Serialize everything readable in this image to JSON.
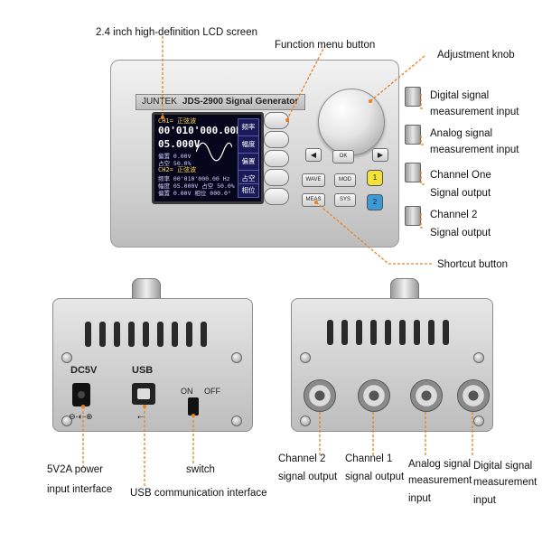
{
  "device": {
    "brand": "JUNTEK",
    "model": "JDS-2900 Signal Generator"
  },
  "lcd": {
    "ch1_header": "CH1= 正弦波",
    "frequency": "00'010'000.00Hz",
    "amplitude": "05.000V",
    "offset_line": "偏置 0.00V",
    "duty_line": "占空 50.0%",
    "ch2_header": "CH2= 正弦波",
    "ch2_freq": "频率 00'010'000.00 Hz",
    "ch2_amp": "幅度 05.000V 占空 50.0%",
    "ch2_offset": "偏置 0.00V 相位 000.0°",
    "menu": [
      "频率",
      "幅度",
      "偏置",
      "占空",
      "相位"
    ]
  },
  "buttons": {
    "ok": "OK",
    "wave": "WAVE",
    "mod": "MOD",
    "meas": "MEAS",
    "sys": "SYS",
    "ch1": "1",
    "ch2": "2",
    "left": "◀",
    "right": "▶"
  },
  "back_panel": {
    "dc_label": "DC5V",
    "usb_label": "USB",
    "on_label": "ON",
    "off_label": "OFF",
    "dc_symbol": "⊖-◐-⊕",
    "usb_symbol": "⭠"
  },
  "labels": {
    "lcd_screen": "2.4 inch high-definition LCD screen",
    "function_menu": "Function menu button",
    "adjust_knob": "Adjustment knob",
    "digital_input_1": "Digital signal",
    "digital_input_2": "measurement input",
    "analog_input_1": "Analog signal",
    "analog_input_2": "measurement input",
    "ch1_out_1": "Channel One",
    "ch1_out_2": "Signal output",
    "ch2_out_1": "Channel 2",
    "ch2_out_2": "Signal output",
    "shortcut": "Shortcut button",
    "power_1": "5V2A power",
    "power_2": "input interface",
    "usb_comm": "USB communication interface",
    "switch": "switch",
    "b_ch2_1": "Channel 2",
    "b_ch2_2": "signal output",
    "b_ch1_1": "Channel 1",
    "b_ch1_2": "signal output",
    "b_analog_1": "Analog signal",
    "b_analog_2": "measurement",
    "b_analog_3": "input",
    "b_digital_1": "Digital signal",
    "b_digital_2": "measurement",
    "b_digital_3": "input"
  },
  "colors": {
    "callout": "#e8821e",
    "ch1_button": "#f4e23a",
    "ch2_button": "#3a9bd8"
  }
}
